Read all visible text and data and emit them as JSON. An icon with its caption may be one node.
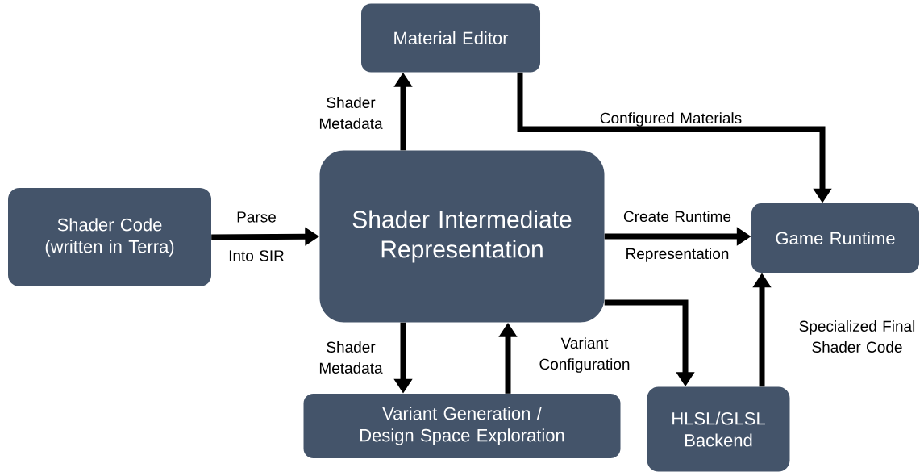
{
  "diagram": {
    "nodes": [
      {
        "text": [
          "Material Editor"
        ]
      },
      {
        "text": [
          "Shader Code (written in Terra)"
        ]
      },
      {
        "text": [
          "Shader Intermediate Representation"
        ]
      },
      {
        "text": [
          "Game Runtime"
        ]
      },
      {
        "text": [
          "Variant Generation / Design Space Exploration"
        ]
      },
      {
        "text": [
          "HLSL/GLSL Backend"
        ]
      }
    ],
    "edges": [
      {
        "from": 1,
        "to": 2,
        "arrow": "to",
        "label": "Parse Into SIR"
      },
      {
        "from": 2,
        "to": 0,
        "arrow": "to",
        "label": "Shader Metadata"
      },
      {
        "from": 0,
        "to": 3,
        "arrow": "to",
        "label": "Configured Materials"
      },
      {
        "from": 2,
        "to": 3,
        "arrow": "to",
        "label": "Create Runtime Representation"
      },
      {
        "from": 2,
        "to": 4,
        "arrow": "to",
        "label": "Shader Metadata"
      },
      {
        "from": 4,
        "to": 2,
        "arrow": "to",
        "label": "Variant Configuration"
      },
      {
        "from": 2,
        "to": 5,
        "arrow": "to"
      },
      {
        "from": 5,
        "to": 3,
        "arrow": "to",
        "label": "Specialized Final Shader Code"
      }
    ]
  }
}
